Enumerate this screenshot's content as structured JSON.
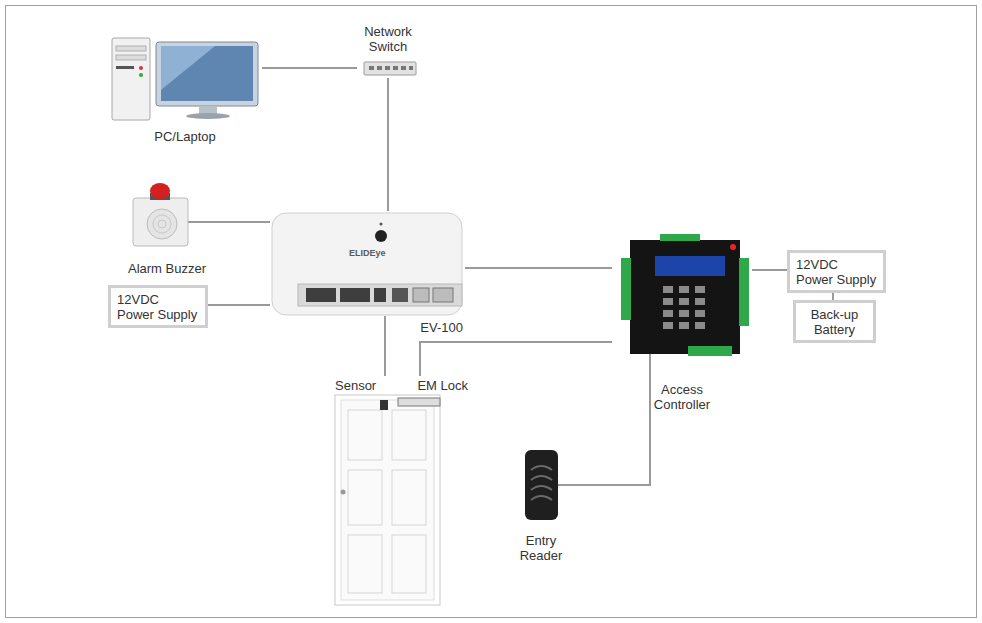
{
  "diagram": {
    "nodes": [
      {
        "text": [
          "PC/Laptop"
        ]
      },
      {
        "text": [
          "Network Switch"
        ]
      },
      {
        "text": [
          "Alarm Buzzer"
        ]
      },
      {
        "text": [
          "12VDC Power Supply"
        ]
      },
      {
        "text": [
          "EV-100"
        ]
      },
      {
        "text": [
          "Sensor"
        ]
      },
      {
        "text": [
          "EM Lock"
        ]
      },
      {
        "text": [
          "Access Controller"
        ]
      },
      {
        "text": [
          "12VDC Power Supply"
        ]
      },
      {
        "text": [
          "Back-up Battery"
        ]
      },
      {
        "text": [
          "Entry Reader"
        ]
      }
    ],
    "edges": [
      {
        "from": 0,
        "to": 1,
        "arrow": "none"
      },
      {
        "from": 1,
        "to": 4,
        "arrow": "none"
      },
      {
        "from": 2,
        "to": 4,
        "arrow": "none"
      },
      {
        "from": 3,
        "to": 4,
        "arrow": "none"
      },
      {
        "from": 4,
        "to": 7,
        "arrow": "none"
      },
      {
        "from": 4,
        "to": 5,
        "arrow": "none"
      },
      {
        "from": 6,
        "to": 7,
        "arrow": "none"
      },
      {
        "from": 7,
        "to": 8,
        "arrow": "none"
      },
      {
        "from": 8,
        "to": 9,
        "arrow": "none"
      },
      {
        "from": 7,
        "to": 10,
        "arrow": "none"
      }
    ],
    "labels": [
      "ELIDEye"
    ]
  }
}
